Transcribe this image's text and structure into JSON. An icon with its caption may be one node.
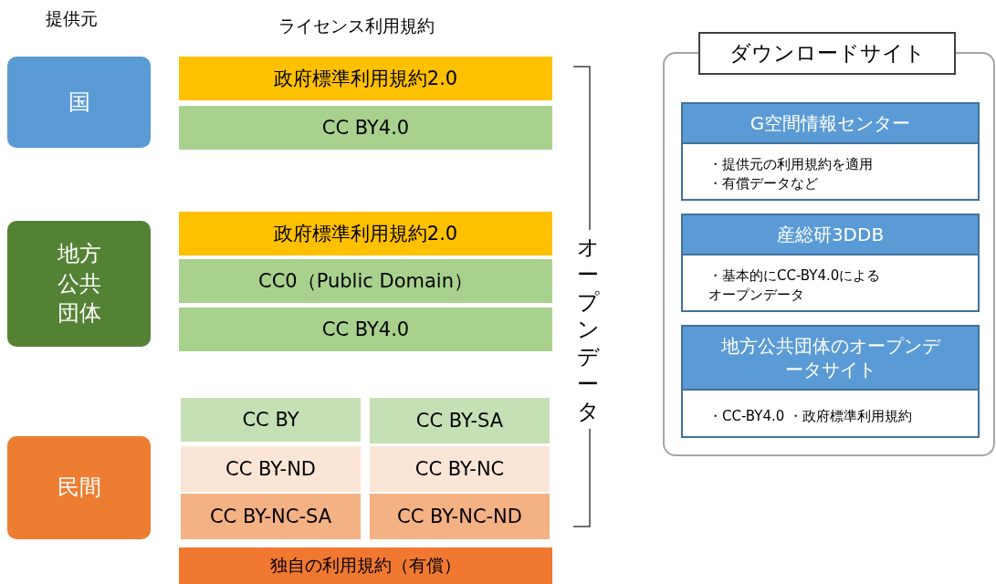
{
  "diagram": {
    "nodes": [
      {
        "text": [
          "国"
        ]
      },
      {
        "text": [
          "政府標準利用規約2.0"
        ]
      },
      {
        "text": [
          "CC BY4.0"
        ]
      },
      {
        "text": [
          "地方公共団体"
        ]
      },
      {
        "text": [
          "政府標準利用規約2.0"
        ]
      },
      {
        "text": [
          "CC0（Public Domain）"
        ]
      },
      {
        "text": [
          "CC BY4.0"
        ]
      },
      {
        "text": [
          "民間"
        ]
      },
      {
        "text": [
          "CC BY"
        ]
      },
      {
        "text": [
          "CC BY-SA"
        ]
      },
      {
        "text": [
          "CC BY-ND"
        ]
      },
      {
        "text": [
          "CC BY-NC"
        ]
      },
      {
        "text": [
          "CC BY-NC-SA"
        ]
      },
      {
        "text": [
          "CC BY-NC-ND"
        ]
      },
      {
        "text": [
          "独自の利用規約（有償）"
        ]
      },
      {
        "text": [
          "ダウンロードサイト"
        ]
      },
      {
        "text": [
          "G空間情報センター",
          "・提供元の利用規約を適用",
          "・有償データなど"
        ],
        "in": 15
      },
      {
        "text": [
          "産総研3DDB",
          "・基本的にCC-BY4.0によるオープンデータ"
        ],
        "in": 15
      },
      {
        "text": [
          "地方公共団体のオープンデータサイト",
          "・CC-BY4.0 ・政府標準利用規約"
        ],
        "in": 15
      }
    ],
    "labels": [
      "提供元",
      "ライセンス利用規約",
      "オープンデータ"
    ]
  }
}
